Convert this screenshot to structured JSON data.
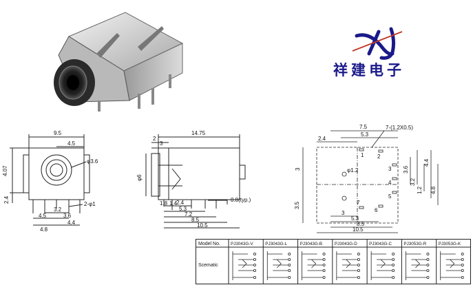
{
  "logo": {
    "mark": "XJ",
    "company": "祥建电子",
    "mark_color": "#1a1a8a",
    "accent_color": "#c0392b"
  },
  "front_view": {
    "width": "9.5",
    "inner_width": "4.5",
    "hole_dia": "φ3.6",
    "height": "4.07",
    "pin_offset": "2.4",
    "pin_pitch_1": "3.2",
    "pin_pitch_2": "3.6",
    "pin_dia": "2-φ1",
    "row1": "4.5",
    "row1b": "4.4",
    "row2": "4.8"
  },
  "side_view": {
    "length": "14.75",
    "top1": "3",
    "top2": "2",
    "dia": "φ6",
    "d1": "1.8",
    "d2": "1.4",
    "d3": "2.4",
    "d4": "5.3",
    "d5": "7.2",
    "d6": "8.5",
    "d7": "10.5",
    "pin_thickness": "0.8(typ.)"
  },
  "pcb_layout": {
    "w1": "7.5",
    "w2": "5.3",
    "w3": "2.4",
    "hole_note": "7-(1.2X0.5)",
    "h_left_top": "3",
    "h_left_bottom": "3.5",
    "phi12": "φ1.2",
    "b1": "3",
    "b2": "5.3",
    "b3": "8.5",
    "b4": "10.5",
    "r1": "3.6",
    "r2": "3.2",
    "r3": "1.2",
    "r4": "4.4",
    "r5": "4.8",
    "pin_labels": [
      "1",
      "2",
      "3",
      "4",
      "5",
      "6",
      "7"
    ]
  },
  "table": {
    "header_label": "Model No.",
    "row_label": "Scematic",
    "models": [
      "PJ3043G-V",
      "PJ3043G-L",
      "PJ3043G-B",
      "PJ3043G-D",
      "PJ3043G-C",
      "PJ3053G-R",
      "PJ3053G-K"
    ]
  }
}
